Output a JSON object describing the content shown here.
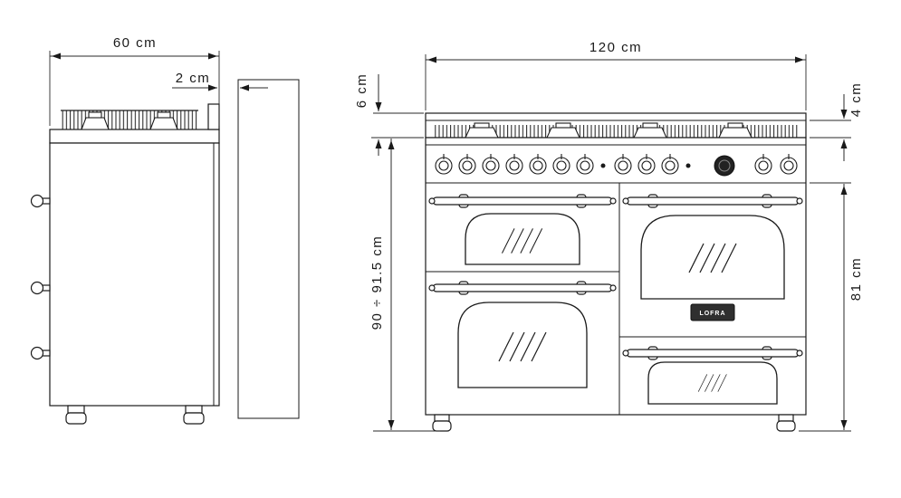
{
  "colors": {
    "line": "#1a1a1a",
    "background": "#ffffff",
    "logo_plate": "#2f2f2f",
    "logo_text": "#ffffff"
  },
  "side_view": {
    "width_dim": "60 cm",
    "wall_gap_dim": "2 cm"
  },
  "front_view": {
    "width_dim": "120 cm",
    "splashback_height_dim": "6 cm",
    "top_edge_dim": "4 cm",
    "overall_height_dim": "90 ÷ 91.5 cm",
    "body_height_dim": "81 cm",
    "logo": "LOFRA"
  }
}
